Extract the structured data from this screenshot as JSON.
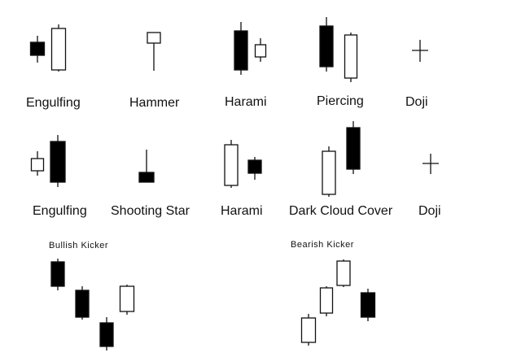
{
  "colors": {
    "bull": "#ffffff",
    "bear": "#000000",
    "outline": "#111111"
  },
  "patterns": [
    {
      "label": "Engulfing",
      "candles": [
        {
          "type": "bear"
        },
        {
          "type": "bull"
        }
      ]
    },
    {
      "label": "Hammer",
      "candles": [
        {
          "type": "bull"
        }
      ]
    },
    {
      "label": "Harami",
      "candles": [
        {
          "type": "bear"
        },
        {
          "type": "bull"
        }
      ]
    },
    {
      "label": "Piercing",
      "candles": [
        {
          "type": "bear"
        },
        {
          "type": "bull"
        }
      ]
    },
    {
      "label": "Doji",
      "candles": [
        {
          "type": "doji"
        }
      ]
    },
    {
      "label": "Engulfing",
      "candles": [
        {
          "type": "bull"
        },
        {
          "type": "bear"
        }
      ]
    },
    {
      "label": "Shooting Star",
      "candles": [
        {
          "type": "bear"
        }
      ]
    },
    {
      "label": "Harami",
      "candles": [
        {
          "type": "bull"
        },
        {
          "type": "bear"
        }
      ]
    },
    {
      "label": "Dark Cloud Cover",
      "candles": [
        {
          "type": "bull"
        },
        {
          "type": "bear"
        }
      ]
    },
    {
      "label": "Doji",
      "candles": [
        {
          "type": "doji"
        }
      ]
    },
    {
      "label": "Bullish Kicker",
      "candles": [
        {
          "type": "bear"
        },
        {
          "type": "bear"
        },
        {
          "type": "bear"
        },
        {
          "type": "bull"
        }
      ]
    },
    {
      "label": "Bearish Kicker",
      "candles": [
        {
          "type": "bull"
        },
        {
          "type": "bull"
        },
        {
          "type": "bull"
        },
        {
          "type": "bear"
        }
      ]
    }
  ]
}
